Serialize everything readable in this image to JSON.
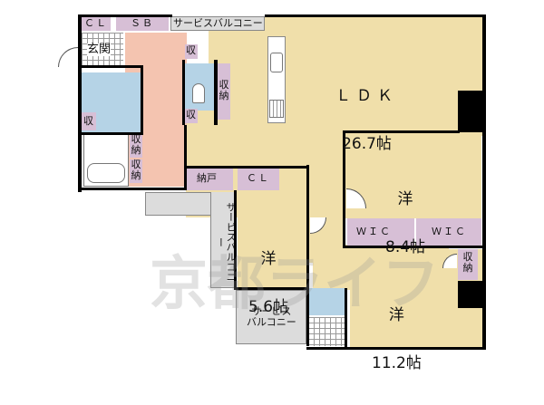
{
  "colors": {
    "ldk": "#f0dfaa",
    "hall": "#f4c4b0",
    "wet": "#b5d3e6",
    "storage": "#d7bfd6",
    "balcony": "#dcdcdc",
    "wall": "#000000",
    "watermark": "#aaaaaa"
  },
  "rooms": {
    "ldk": {
      "name": "ＬＤＫ",
      "size": "26.7帖"
    },
    "western_84": {
      "name": "洋",
      "size": "8.4帖"
    },
    "western_56": {
      "name": "洋",
      "size": "5.6帖"
    },
    "western_112": {
      "name": "洋",
      "size": "11.2帖"
    },
    "entrance": {
      "name": "玄関"
    },
    "wic_1": {
      "name": "ＷＩＣ"
    },
    "wic_2": {
      "name": "ＷＩＣ"
    },
    "closet_entrance": {
      "name": "ＣＬ"
    },
    "shoe_box": {
      "name": "ＳＢ"
    },
    "closet_56": {
      "name": "ＣＬ"
    },
    "nando": {
      "name": "納戸"
    }
  },
  "storage_labels": {
    "shu_toilet_top": "収",
    "shu_toilet_bottom": "収",
    "shunou_toilet_side": "収納",
    "shu_washroom": "収",
    "shunou_hall_1": "収納",
    "shunou_hall_2": "収納",
    "shunou_112": "収納"
  },
  "balconies": {
    "top": "サービスバルコニー",
    "middle_vertical": "サービスバルコニー",
    "bottom": "サービス\nバルコニー"
  },
  "watermark": "京都ライフ"
}
